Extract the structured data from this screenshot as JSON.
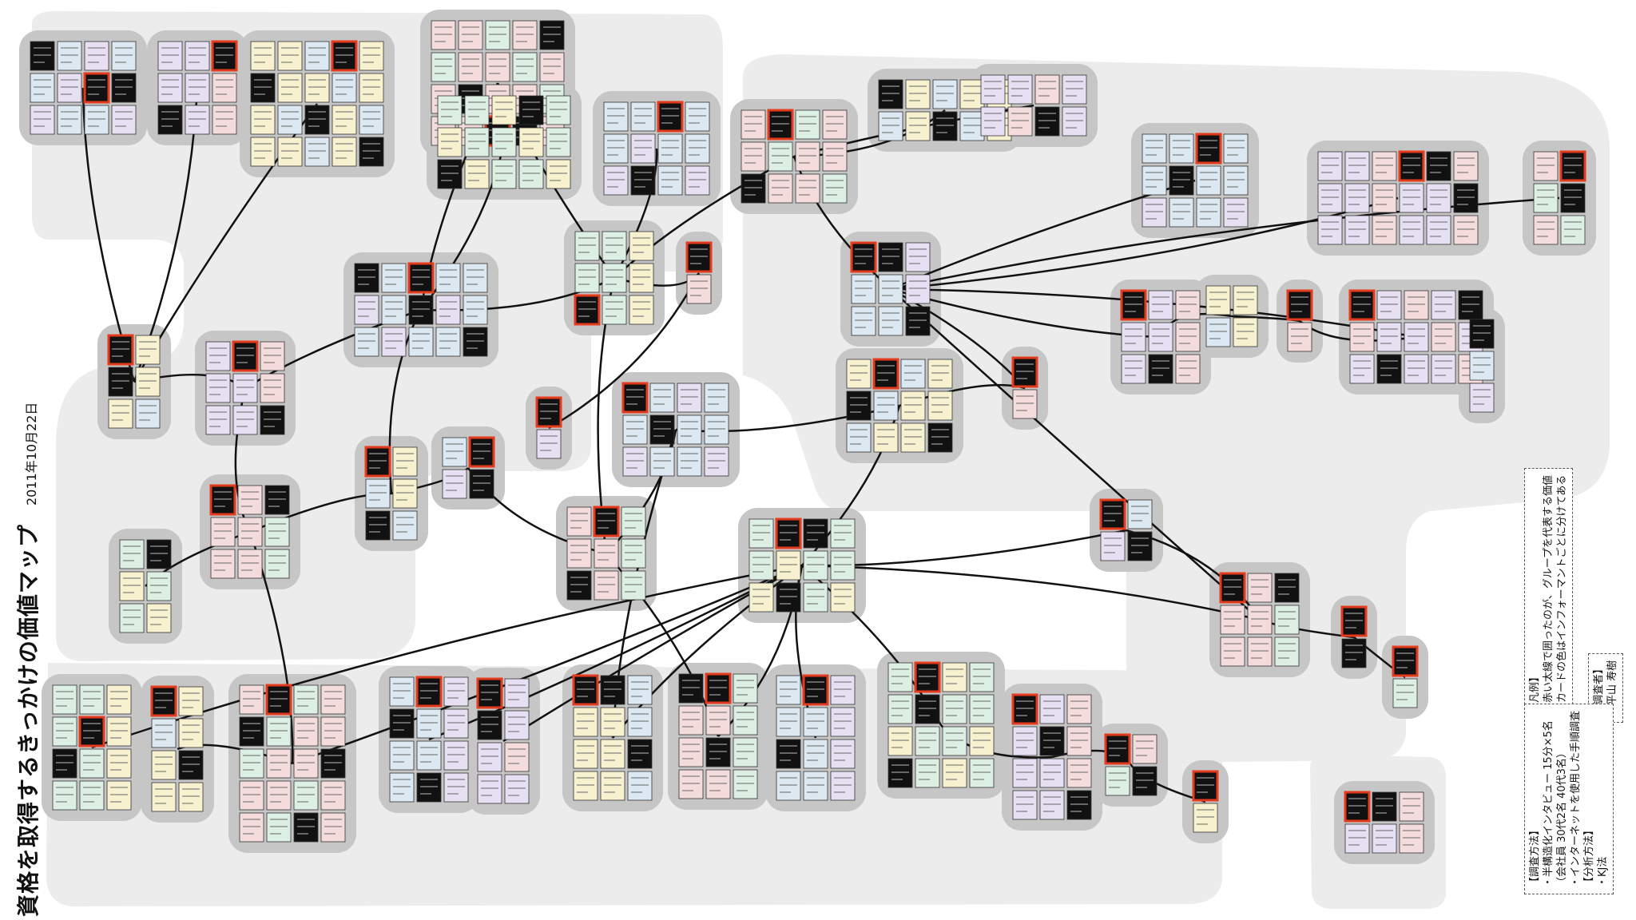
{
  "title": "資格を取得するきっかけの価値マップ",
  "date": "2011年10月22日",
  "legend": {
    "heading": "【凡例】",
    "lines": [
      "・赤い太線で囲ったのが、グループを代表する価値",
      "・カードの色はインフォーマントごとに分けてある"
    ]
  },
  "survey_method": {
    "heading": "【調査方法】",
    "lines": [
      "・半構造化インタビュー 15分×5名",
      "（会社員 30代2名 40代3名）",
      "・インターネットを使用した手順調査"
    ],
    "analysis_heading": "【分析方法】",
    "analysis": "・KJ法"
  },
  "investigator": {
    "heading": "【調査者】",
    "name": "・平山 寿樹"
  },
  "colors": {
    "background": "#ffffff",
    "outer_blob": "#ececec",
    "group_blob": "#c6c6c6",
    "card_border": "#333333",
    "highlight": "#e63a1e",
    "card_black": "#111111",
    "informants": [
      "#dce9f2",
      "#e7e0f3",
      "#f5dcdc",
      "#dcefe2",
      "#f7f1cf"
    ]
  }
}
